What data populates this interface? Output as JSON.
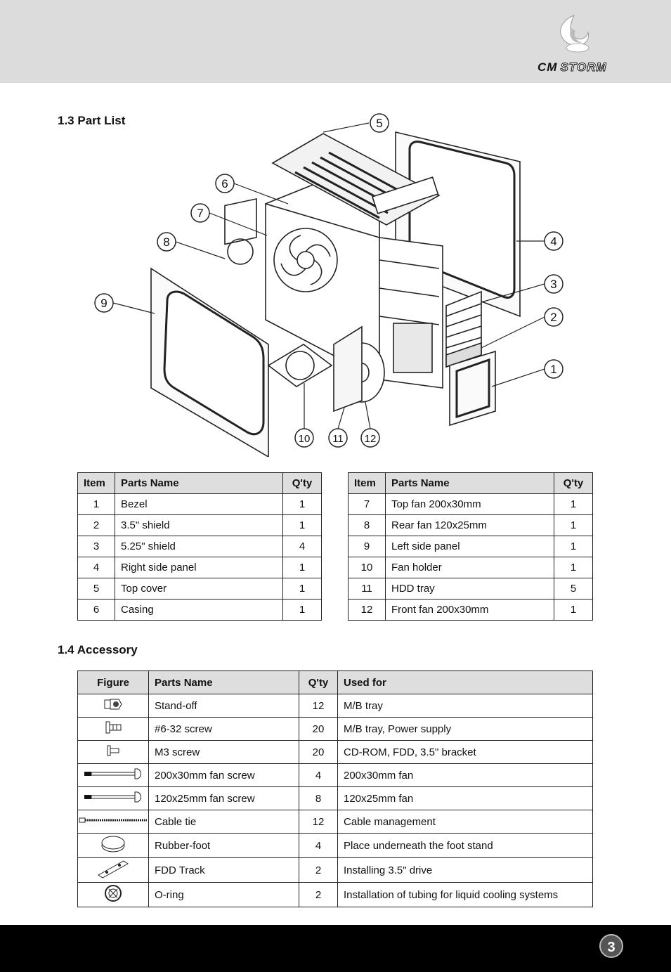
{
  "header": {
    "logo_cm": "CM",
    "logo_storm": "STORM"
  },
  "part_list": {
    "title": "1.3 Part List",
    "callouts": [
      "1",
      "2",
      "3",
      "4",
      "5",
      "6",
      "7",
      "8",
      "9",
      "10",
      "11",
      "12"
    ],
    "columns": [
      "Item",
      "Parts Name",
      "Q'ty"
    ],
    "left_rows": [
      {
        "item": "1",
        "name": "Bezel",
        "qty": "1"
      },
      {
        "item": "2",
        "name": "3.5\" shield",
        "qty": "1"
      },
      {
        "item": "3",
        "name": "5.25\" shield",
        "qty": "4"
      },
      {
        "item": "4",
        "name": "Right side panel",
        "qty": "1"
      },
      {
        "item": "5",
        "name": "Top cover",
        "qty": "1"
      },
      {
        "item": "6",
        "name": "Casing",
        "qty": "1"
      }
    ],
    "right_rows": [
      {
        "item": "7",
        "name": "Top fan 200x30mm",
        "qty": "1"
      },
      {
        "item": "8",
        "name": "Rear fan 120x25mm",
        "qty": "1"
      },
      {
        "item": "9",
        "name": "Left side panel",
        "qty": "1"
      },
      {
        "item": "10",
        "name": "Fan holder",
        "qty": "1"
      },
      {
        "item": "11",
        "name": "HDD tray",
        "qty": "5"
      },
      {
        "item": "12",
        "name": "Front fan 200x30mm",
        "qty": "1"
      }
    ]
  },
  "accessory": {
    "title": "1.4 Accessory",
    "columns": [
      "Figure",
      "Parts Name",
      "Q'ty",
      "Used for"
    ],
    "rows": [
      {
        "icon": "standoff-icon",
        "name": "Stand-off",
        "qty": "12",
        "used": "M/B tray"
      },
      {
        "icon": "screw-icon",
        "name": "#6-32 screw",
        "qty": "20",
        "used": "M/B tray, Power supply"
      },
      {
        "icon": "small-screw-icon",
        "name": "M3 screw",
        "qty": "20",
        "used": "CD-ROM, FDD, 3.5\" bracket"
      },
      {
        "icon": "long-screw-icon",
        "name": "200x30mm fan screw",
        "qty": "4",
        "used": "200x30mm fan"
      },
      {
        "icon": "long-screw-icon",
        "name": "120x25mm fan screw",
        "qty": "8",
        "used": "120x25mm fan"
      },
      {
        "icon": "cable-tie-icon",
        "name": "Cable tie",
        "qty": "12",
        "used": "Cable management"
      },
      {
        "icon": "rubber-foot-icon",
        "name": "Rubber-foot",
        "qty": "4",
        "used": "Place underneath the foot stand"
      },
      {
        "icon": "fdd-track-icon",
        "name": "FDD Track",
        "qty": "2",
        "used": "Installing 3.5\" drive"
      },
      {
        "icon": "o-ring-icon",
        "name": "O-ring",
        "qty": "2",
        "used": "Installation of tubing for liquid cooling systems"
      }
    ]
  },
  "footer": {
    "page_number": "3"
  }
}
